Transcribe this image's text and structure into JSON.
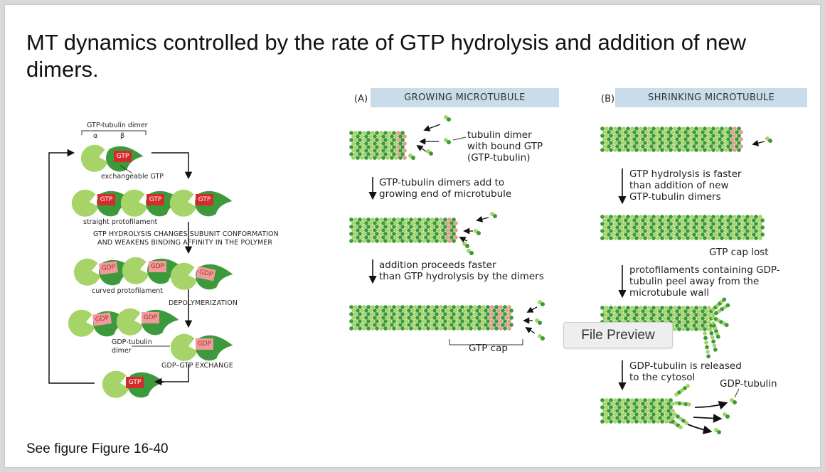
{
  "slide": {
    "title": "MT dynamics controlled by the rate of GTP hydrolysis and addition of new dimers.",
    "footnote": "See figure Figure 16-40"
  },
  "left_cycle": {
    "dimer_label": "GTP-tubulin dimer",
    "alpha": "α",
    "beta": "β",
    "exchangeable": "exchangeable GTP",
    "straight": "straight protofilament",
    "hydrolysis_line1": "GTP HYDROLYSIS CHANGES SUBUNIT CONFORMATION",
    "hydrolysis_line2": "AND WEAKENS BINDING AFFINITY IN THE POLYMER",
    "curved": "curved protofilament",
    "depolymerization": "DEPOLYMERIZATION",
    "gdp_dimer_line1": "GDP-tubulin",
    "gdp_dimer_line2": "dimer",
    "exchange": "GDP–GTP EXCHANGE",
    "gtp": "GTP",
    "gdp": "GDP"
  },
  "panel_a": {
    "tag": "(A)",
    "header": "GROWING MICROTUBULE",
    "dimer_caption": "tubulin dimer\nwith bound GTP\n(GTP-tubulin)",
    "step1": "GTP-tubulin dimers add to\ngrowing end of microtubule",
    "step2": "addition proceeds faster\nthan GTP hydrolysis by the dimers",
    "cap": "GTP cap"
  },
  "panel_b": {
    "tag": "(B)",
    "header": "SHRINKING MICROTUBULE",
    "step1": "GTP hydrolysis is faster\nthan addition of new\nGTP-tubulin dimers",
    "cap_lost": "GTP cap lost",
    "step2": "protofilaments containing GDP-\ntubulin peel away from the\nmicrotubule wall",
    "step3": "GDP-tubulin is released\nto the cytosol",
    "released": "GDP-tubulin"
  },
  "overlay": {
    "file_preview": "File Preview"
  },
  "colors": {
    "light_green": "#a6d468",
    "dark_green": "#3c9a3c",
    "gtp_red": "#d42b2b",
    "gdp_pink": "#f09a9a",
    "header_blue": "#c9dcea"
  }
}
